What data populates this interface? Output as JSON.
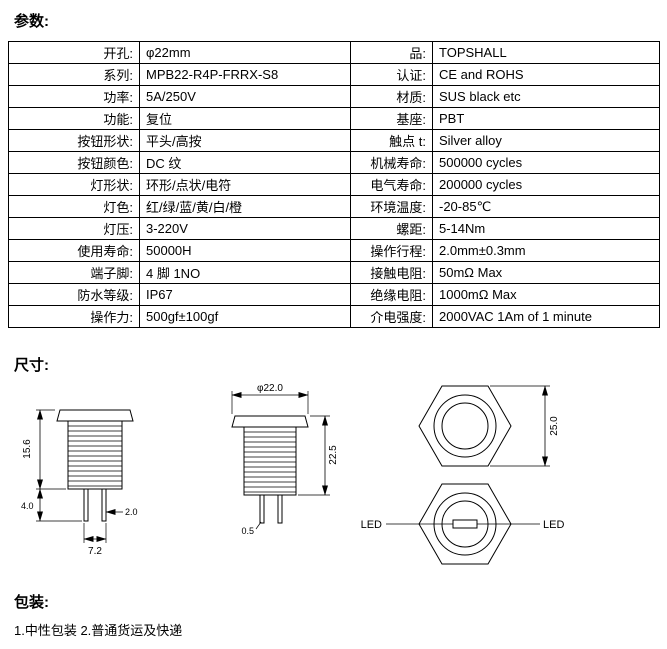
{
  "page": {
    "params_heading": "参数:",
    "dims_heading": "尺寸:",
    "packaging_heading": "包装:",
    "packaging_text": "1.中性包装 2.普通货运及快递"
  },
  "spec_table": {
    "rows": [
      {
        "c1": "开孔:",
        "c2": "φ22mm",
        "c3": "品:",
        "c4": "TOPSHALL"
      },
      {
        "c1": "系列:",
        "c2": "MPB22-R4P-FRRX-S8",
        "c3": "认证:",
        "c4": "CE and ROHS"
      },
      {
        "c1": "功率:",
        "c2": "5A/250V",
        "c3": "材质:",
        "c4": "SUS black etc"
      },
      {
        "c1": "功能:",
        "c2": "复位",
        "c3": "基座:",
        "c4": "PBT"
      },
      {
        "c1": "按钮形状:",
        "c2": "平头/高按",
        "c3": "触点 t:",
        "c4": "Silver alloy"
      },
      {
        "c1": "按钮颜色:",
        "c2": "DC 纹",
        "c3": "机械寿命:",
        "c4": "500000 cycles"
      },
      {
        "c1": "灯形状:",
        "c2": "环形/点状/电符",
        "c3": "电气寿命:",
        "c4": "200000 cycles"
      },
      {
        "c1": "灯色:",
        "c2": "红/绿/蓝/黄/白/橙",
        "c3": "环境温度:",
        "c4": "-20-85℃"
      },
      {
        "c1": "灯压:",
        "c2": "3-220V",
        "c3": "螺距:",
        "c4": "5-14Nm"
      },
      {
        "c1": "使用寿命:",
        "c2": "50000H",
        "c3": "操作行程:",
        "c4": "2.0mm±0.3mm"
      },
      {
        "c1": "端子脚:",
        "c2": "4 脚  1NO",
        "c3": "接触电阻:",
        "c4": "50mΩ Max"
      },
      {
        "c1": "防水等级:",
        "c2": "IP67",
        "c3": "绝缘电阻:",
        "c4": "1000mΩ Max"
      },
      {
        "c1": "操作力:",
        "c2": "500gf±100gf",
        "c3": "介电强度:",
        "c4": "2000VAC 1Am of 1 minute"
      }
    ]
  },
  "drawing": {
    "left_view": {
      "height": "15.6",
      "pin_length": "4.0",
      "pin_pitch": "7.2",
      "pin_width": "2.0"
    },
    "middle_view": {
      "diameter": "φ22.0",
      "height": "22.5",
      "pin_thickness": "0.5"
    },
    "hex_view": {
      "across_flats": "25.0",
      "led_left": "LED",
      "led_right": "LED"
    }
  }
}
